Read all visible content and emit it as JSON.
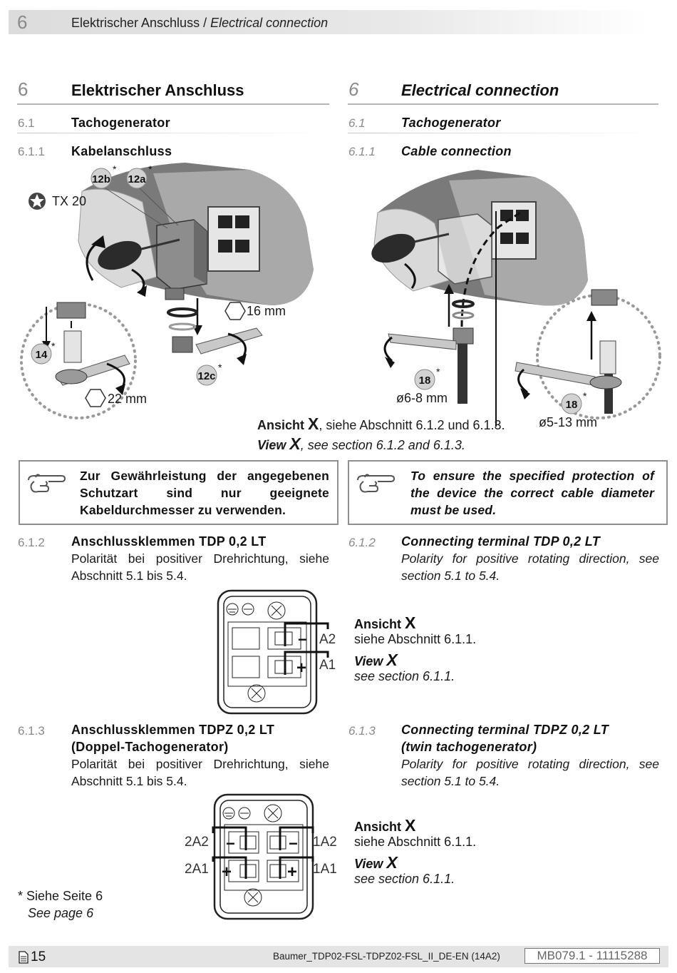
{
  "header": {
    "chapter_num": "6",
    "title_de": "Elektrischer Anschluss",
    "title_sep": " / ",
    "title_en": "Electrical connection"
  },
  "section": {
    "num": "6",
    "title_de": "Elektrischer Anschluss",
    "title_en": "Electrical connection"
  },
  "sub_6_1": {
    "num": "6.1",
    "title_de": "Tachogenerator",
    "title_en": "Tachogenerator"
  },
  "sub_6_1_1": {
    "num": "6.1.1",
    "title_de": "Kabelanschluss",
    "title_en": "Cable connection",
    "fig_left": {
      "callout_12b": "12b",
      "callout_12a": "12a",
      "callout_14": "14",
      "callout_12c": "12c",
      "star": "*",
      "tool_label": "TX 20",
      "wrench_16": "16 mm",
      "wrench_22": "22 mm"
    },
    "fig_right": {
      "callout_18": "18",
      "star": "*",
      "dia_6_8": "ø6-8 mm",
      "dia_5_13": "ø5-13 mm"
    },
    "view_de_bold": "Ansicht",
    "view_x": "X",
    "view_de_rest": ", siehe Abschnitt 6.1.2 und 6.1.3.",
    "view_en_bold": "View",
    "view_en_rest": ", see section 6.1.2 and 6.1.3."
  },
  "notes": {
    "de": "Zur Gewährleistung der angegebenen Schutzart sind nur geeignete Kabeldurchmesser zu verwenden.",
    "en": "To ensure the specified protection of the device the correct cable diameter must be used."
  },
  "sub_6_1_2": {
    "num": "6.1.2",
    "title_de": "Anschlussklemmen TDP 0,2 LT",
    "title_en": "Connecting terminal TDP 0,2 LT",
    "text_de": "Polarität bei positiver Drehrichtung, siehe Abschnitt 5.1 bis 5.4.",
    "text_en": "Polarity for positive rotating direction, see section 5.1 to 5.4.",
    "label_a2": "A2",
    "label_a1": "A1",
    "plus": "+",
    "minus": "−",
    "view_de": "Ansicht",
    "view_x": "X",
    "view_de_ref": "siehe Abschnitt 6.1.1.",
    "view_en": "View",
    "view_en_ref": "see section 6.1.1."
  },
  "sub_6_1_3": {
    "num": "6.1.3",
    "title_de_1": "Anschlussklemmen TDPZ 0,2 LT",
    "title_de_2": "(Doppel-Tachogenerator)",
    "title_en_1": "Connecting terminal TDPZ 0,2 LT",
    "title_en_2": "(twin tachogenerator)",
    "text_de": "Polarität bei positiver Drehrichtung, siehe Abschnitt 5.1 bis 5.4.",
    "text_en": "Polarity for positive rotating direction, see section 5.1 to 5.4.",
    "label_2a2": "2A2",
    "label_2a1": "2A1",
    "label_1a2": "1A2",
    "label_1a1": "1A1",
    "plus": "+",
    "minus": "−",
    "view_de": "Ansicht",
    "view_x": "X",
    "view_de_ref": "siehe Abschnitt 6.1.1.",
    "view_en": "View",
    "view_en_ref": "see section 6.1.1."
  },
  "footnote": {
    "de": "* Siehe Seite 6",
    "en": "See page 6"
  },
  "footer": {
    "page": "15",
    "doc_name": "Baumer_TDP02-FSL-TDPZ02-FSL_II_DE-EN (14A2)",
    "doc_code": "MB079.1 - 11115288"
  }
}
